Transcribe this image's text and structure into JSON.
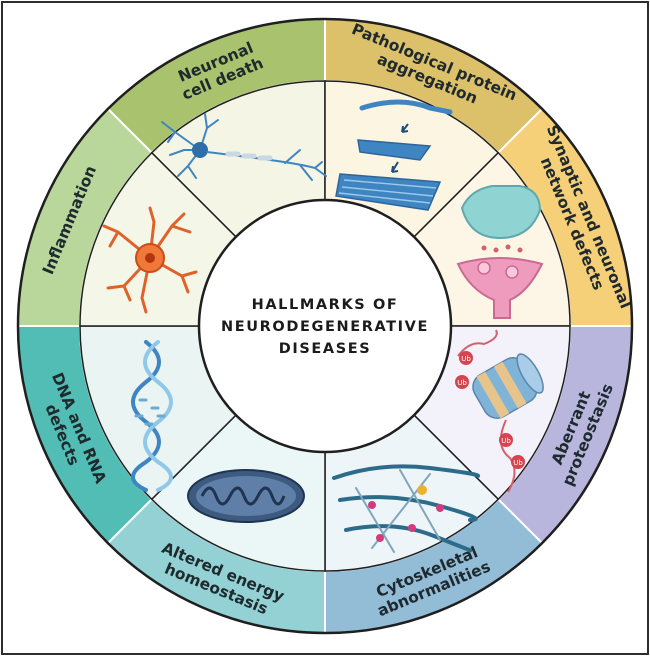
{
  "title_lines": [
    "HALLMARKS OF",
    "NEURODEGENERATIVE",
    "DISEASES"
  ],
  "segments": [
    {
      "id": "neuronal-cell-death",
      "label": [
        "Neuronal",
        "cell death"
      ],
      "icon": "neuron-icon",
      "ring_color": "#a9c26e",
      "inner_color": "#f4f5e4"
    },
    {
      "id": "pathological-protein-aggregation",
      "label": [
        "Pathological protein",
        "aggregation"
      ],
      "icon": "protein-aggregation-icon",
      "ring_color": "#dcc06a",
      "inner_color": "#fbf5e2"
    },
    {
      "id": "synaptic-network-defects",
      "label": [
        "Synaptic and neuronal",
        "network defects"
      ],
      "icon": "synapse-icon",
      "ring_color": "#f6cf79",
      "inner_color": "#fdf5e5"
    },
    {
      "id": "aberrant-proteostasis",
      "label": [
        "Aberrant",
        "proteostasis"
      ],
      "icon": "proteasome-icon",
      "ring_color": "#b9b6de",
      "inner_color": "#f3f1fa"
    },
    {
      "id": "cytoskeletal-abnormalities",
      "label": [
        "Cytoskeletal",
        "abnormalities"
      ],
      "icon": "cytoskeleton-icon",
      "ring_color": "#93bcd7",
      "inner_color": "#eef5f9"
    },
    {
      "id": "altered-energy-homeostasis",
      "label": [
        "Altered energy",
        "homeostasis"
      ],
      "icon": "mitochondrion-icon",
      "ring_color": "#93d1d4",
      "inner_color": "#ebf6f6"
    },
    {
      "id": "dna-rna-defects",
      "label": [
        "DNA and RNA",
        "defects"
      ],
      "icon": "dna-icon",
      "ring_color": "#52bdb4",
      "inner_color": "#e9f4f3"
    },
    {
      "id": "inflammation",
      "label": [
        "Inflammation"
      ],
      "icon": "microglia-icon",
      "ring_color": "#b9d79b",
      "inner_color": "#f4f7e8"
    }
  ],
  "proteasome_tag": "Ub",
  "colors": {
    "outline": "#2d2d2d",
    "divider": "#ffffff",
    "background": "#ffffff"
  }
}
